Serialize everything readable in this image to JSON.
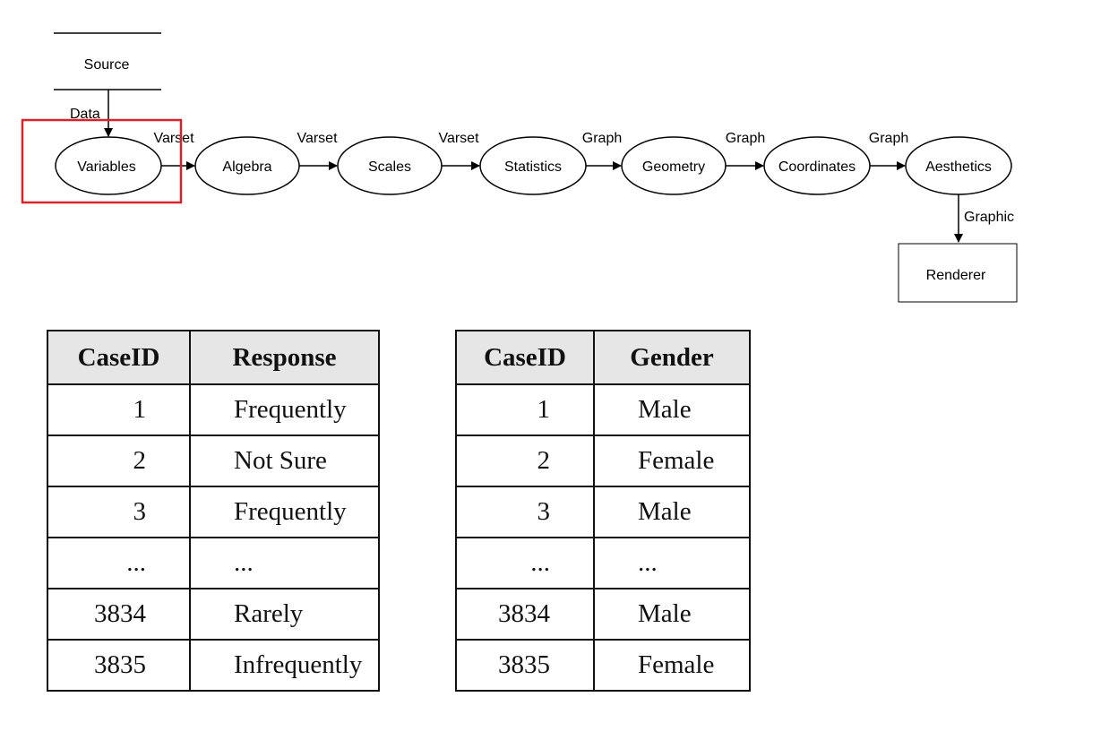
{
  "diagram": {
    "source": "Source",
    "renderer": "Renderer",
    "edge_data": "Data",
    "edge_graphic": "Graphic",
    "nodes": [
      "Variables",
      "Algebra",
      "Scales",
      "Statistics",
      "Geometry",
      "Coordinates",
      "Aesthetics"
    ],
    "edges": [
      "Varset",
      "Varset",
      "Varset",
      "Graph",
      "Graph",
      "Graph"
    ],
    "highlight_color": "#d9232a"
  },
  "table_a": {
    "headers": [
      "CaseID",
      "Response"
    ],
    "rows": [
      [
        "1",
        "Frequently"
      ],
      [
        "2",
        "Not Sure"
      ],
      [
        "3",
        "Frequently"
      ],
      [
        "...",
        "..."
      ],
      [
        "3834",
        "Rarely"
      ],
      [
        "3835",
        "Infrequently"
      ]
    ]
  },
  "table_b": {
    "headers": [
      "CaseID",
      "Gender"
    ],
    "rows": [
      [
        "1",
        "Male"
      ],
      [
        "2",
        "Female"
      ],
      [
        "3",
        "Male"
      ],
      [
        "...",
        "..."
      ],
      [
        "3834",
        "Male"
      ],
      [
        "3835",
        "Female"
      ]
    ]
  }
}
